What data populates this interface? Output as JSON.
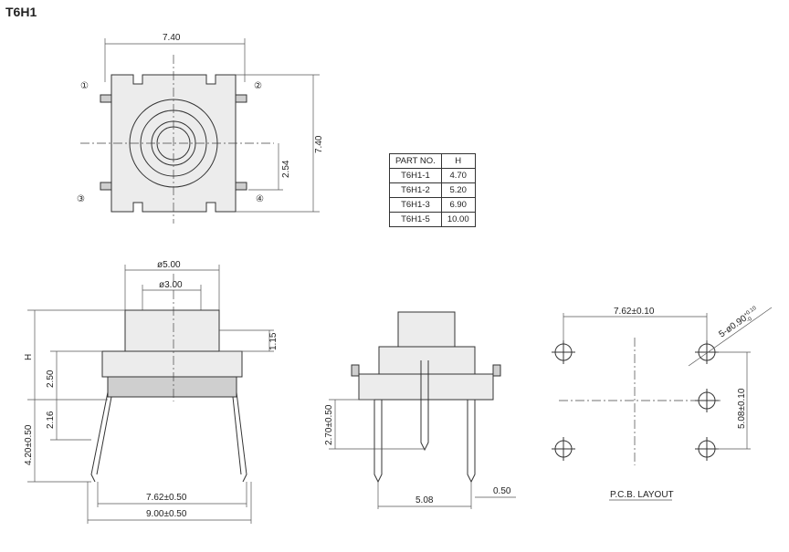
{
  "title": "T6H1",
  "top_view": {
    "width": "7.40",
    "height": "7.40",
    "pitch": "2.54",
    "pins": [
      "①",
      "②",
      "③",
      "④"
    ]
  },
  "part_table": {
    "headers": [
      "PART NO.",
      "H"
    ],
    "rows": [
      [
        "T6H1-1",
        "4.70"
      ],
      [
        "T6H1-2",
        "5.20"
      ],
      [
        "T6H1-3",
        "6.90"
      ],
      [
        "T6H1-5",
        "10.00"
      ]
    ]
  },
  "side_view": {
    "outer_dia": "ø5.00",
    "inner_dia": "ø3.00",
    "cap": "1.15",
    "h": "H",
    "body": "2.50",
    "pin_offset": "2.16",
    "pin_len": "4.20±0.50",
    "pin_span": "7.62±0.50",
    "overall": "9.00±0.50"
  },
  "front_view": {
    "pin_len": "2.70±0.50",
    "pitch": "5.08",
    "pin_w": "0.50"
  },
  "pcb": {
    "hspan": "7.62±0.10",
    "hole": "5-ø0.90",
    "tol_plus": "+0.10",
    "tol_minus": "-0",
    "vspan": "5.08±0.10",
    "label": "P.C.B. LAYOUT"
  }
}
